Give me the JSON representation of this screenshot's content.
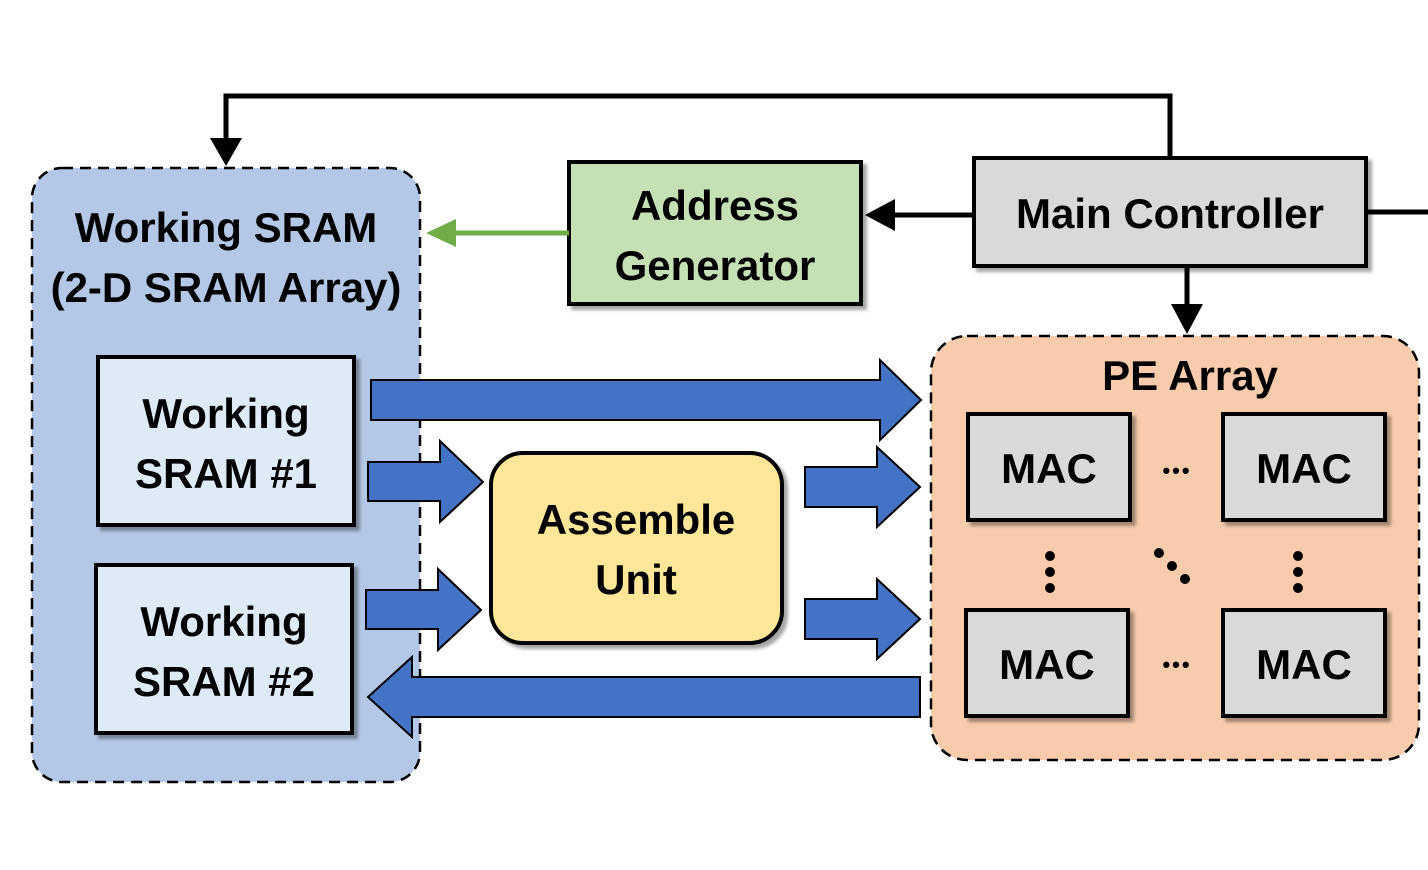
{
  "working_sram": {
    "title_line1": "Working SRAM",
    "title_line2": "(2-D SRAM Array)",
    "bank1_line1": "Working",
    "bank1_line2": "SRAM #1",
    "bank2_line1": "Working",
    "bank2_line2": "SRAM #2"
  },
  "address_generator": {
    "line1": "Address",
    "line2": "Generator"
  },
  "main_controller": {
    "label": "Main Controller"
  },
  "assemble_unit": {
    "line1": "Assemble",
    "line2": "Unit"
  },
  "pe_array": {
    "title": "PE Array",
    "mac_tl": "MAC",
    "mac_tr": "MAC",
    "mac_bl": "MAC",
    "mac_br": "MAC",
    "h_dots_top": "•••",
    "h_dots_bottom": "•••"
  },
  "colors": {
    "sram_panel": "#b4c7e7",
    "sram_bank": "#deebf7",
    "address_generator": "#c5e0b4",
    "main_controller": "#d9d9d9",
    "assemble_unit": "#ffe699",
    "pe_panel": "#f8cbad",
    "mac": "#d9d9d9",
    "data_arrow": "#4472c4",
    "address_arrow": "#70ad47"
  }
}
